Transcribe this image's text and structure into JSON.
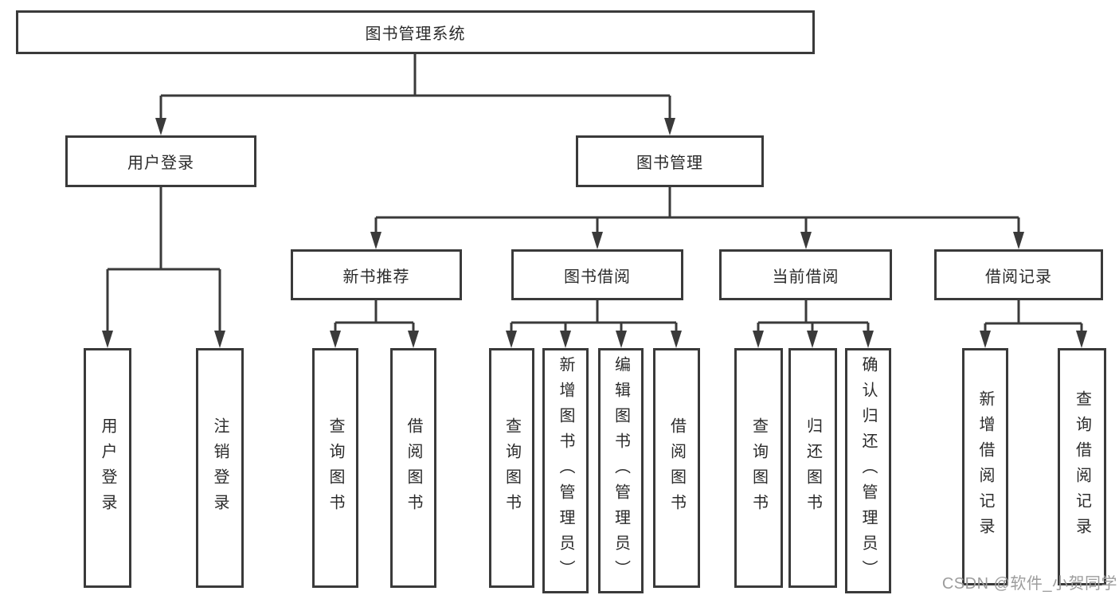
{
  "diagram": {
    "root": {
      "label": "图书管理系统"
    },
    "branches": [
      {
        "label": "用户登录",
        "children": [
          {
            "label": "用户登录"
          },
          {
            "label": "注销登录"
          }
        ]
      },
      {
        "label": "图书管理",
        "children": [
          {
            "label": "新书推荐",
            "children": [
              {
                "label": "查询图书"
              },
              {
                "label": "借阅图书"
              }
            ]
          },
          {
            "label": "图书借阅",
            "children": [
              {
                "label": "查询图书"
              },
              {
                "label": "新增图书（管理员）"
              },
              {
                "label": "编辑图书（管理员）"
              },
              {
                "label": "借阅图书"
              }
            ]
          },
          {
            "label": "当前借阅",
            "children": [
              {
                "label": "查询图书"
              },
              {
                "label": "归还图书"
              },
              {
                "label": "确认归还（管理员）"
              }
            ]
          },
          {
            "label": "借阅记录",
            "children": [
              {
                "label": "新增借阅记录"
              },
              {
                "label": "查询借阅记录"
              }
            ]
          }
        ]
      }
    ]
  },
  "watermark": {
    "text": "CSDN @软件_小贺同学"
  },
  "colors": {
    "line": "#3a3a3a",
    "text": "#2b2b2b",
    "watermark": "#9d9d9d",
    "background": "#ffffff"
  }
}
